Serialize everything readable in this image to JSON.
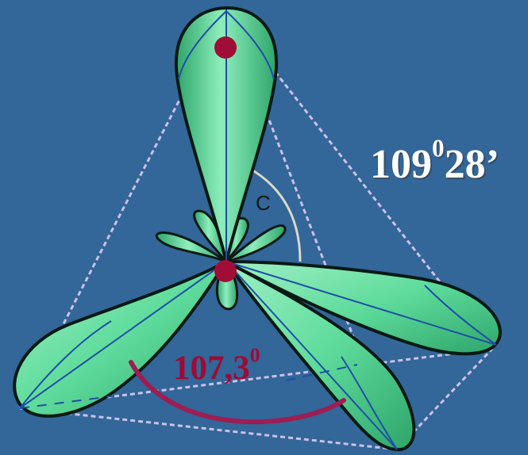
{
  "labels": {
    "tetrahedral_angle": {
      "value": "109",
      "degree": "0",
      "minutes": "28’"
    },
    "bond_angle": {
      "value": "107,3",
      "degree": "0"
    },
    "angle_marker": "C"
  },
  "colors": {
    "background": "#336699",
    "lobe_fill": "#5fdc9c",
    "lobe_outline": "#0a1a14",
    "tetra_edge": "#c9c2ea",
    "atom_dot": "#a00d36",
    "bond_arc": "#9e1d52",
    "label_white": "#ffffff",
    "label_red": "#9e0b33"
  }
}
